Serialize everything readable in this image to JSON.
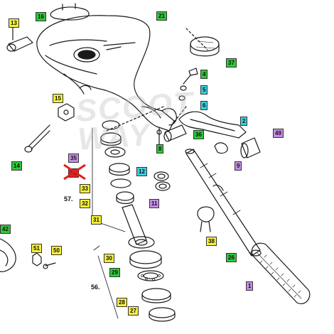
{
  "watermark": "SCOOT WAY",
  "colors": {
    "green": "#2ec83a",
    "cyan": "#38d2e4",
    "yellow": "#f6f03c",
    "purple": "#c58ce6",
    "red": "#e02020"
  },
  "labels": {
    "l16": {
      "text": "16",
      "color": "green"
    },
    "l21": {
      "text": "21",
      "color": "green"
    },
    "l13": {
      "text": "13",
      "color": "yellow"
    },
    "l37": {
      "text": "37",
      "color": "green"
    },
    "l4": {
      "text": "4",
      "color": "green"
    },
    "l5": {
      "text": "5",
      "color": "cyan"
    },
    "l6": {
      "text": "6",
      "color": "cyan"
    },
    "l15": {
      "text": "15",
      "color": "yellow"
    },
    "l2": {
      "text": "2",
      "color": "cyan"
    },
    "l49": {
      "text": "49",
      "color": "purple"
    },
    "l36": {
      "text": "36",
      "color": "green"
    },
    "l8": {
      "text": "8",
      "color": "green"
    },
    "l9": {
      "text": "9",
      "color": "purple"
    },
    "l35": {
      "text": "35",
      "color": "purple"
    },
    "l34": {
      "text": "34",
      "color": "red"
    },
    "l12": {
      "text": "12",
      "color": "cyan"
    },
    "l14": {
      "text": "14",
      "color": "green"
    },
    "l33": {
      "text": "33",
      "color": "yellow"
    },
    "l57": {
      "text": "57.",
      "color": "none"
    },
    "l32": {
      "text": "32",
      "color": "yellow"
    },
    "l11": {
      "text": "11",
      "color": "purple"
    },
    "l31": {
      "text": "31",
      "color": "yellow"
    },
    "l42": {
      "text": "42",
      "color": "green"
    },
    "l38": {
      "text": "38",
      "color": "yellow"
    },
    "l51": {
      "text": "51",
      "color": "yellow"
    },
    "l50": {
      "text": "50",
      "color": "yellow"
    },
    "l26": {
      "text": "26",
      "color": "green"
    },
    "l30": {
      "text": "30",
      "color": "yellow"
    },
    "l29": {
      "text": "29",
      "color": "green"
    },
    "l1": {
      "text": "1",
      "color": "purple"
    },
    "l56": {
      "text": "56.",
      "color": "none"
    },
    "l28": {
      "text": "28",
      "color": "yellow"
    },
    "l27": {
      "text": "27",
      "color": "yellow"
    }
  }
}
